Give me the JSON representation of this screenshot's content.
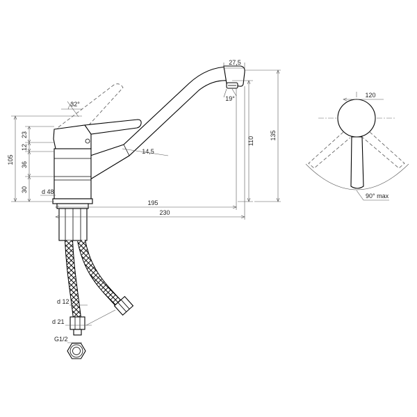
{
  "labels": {
    "spout_tip_width": "27,5",
    "spout_tip_angle": "19°",
    "lever_tilt_angle": "32°",
    "dim_23": "23",
    "dim_12": "12",
    "dim_36": "36",
    "dim_30": "30",
    "total_height": "105",
    "body_diameter": "d 48",
    "spout_diameter": "14,5",
    "spout_height": "110",
    "overall_height": "135",
    "spout_reach": "195",
    "overall_reach": "230",
    "top_view_dim": "120",
    "lever_rotation": "90° max",
    "hose_diameter": "d 12",
    "fitting_diameter": "d 21",
    "thread": "G1/2"
  },
  "colors": {
    "line": "#000000",
    "dimension": "#555555",
    "background": "#ffffff"
  }
}
